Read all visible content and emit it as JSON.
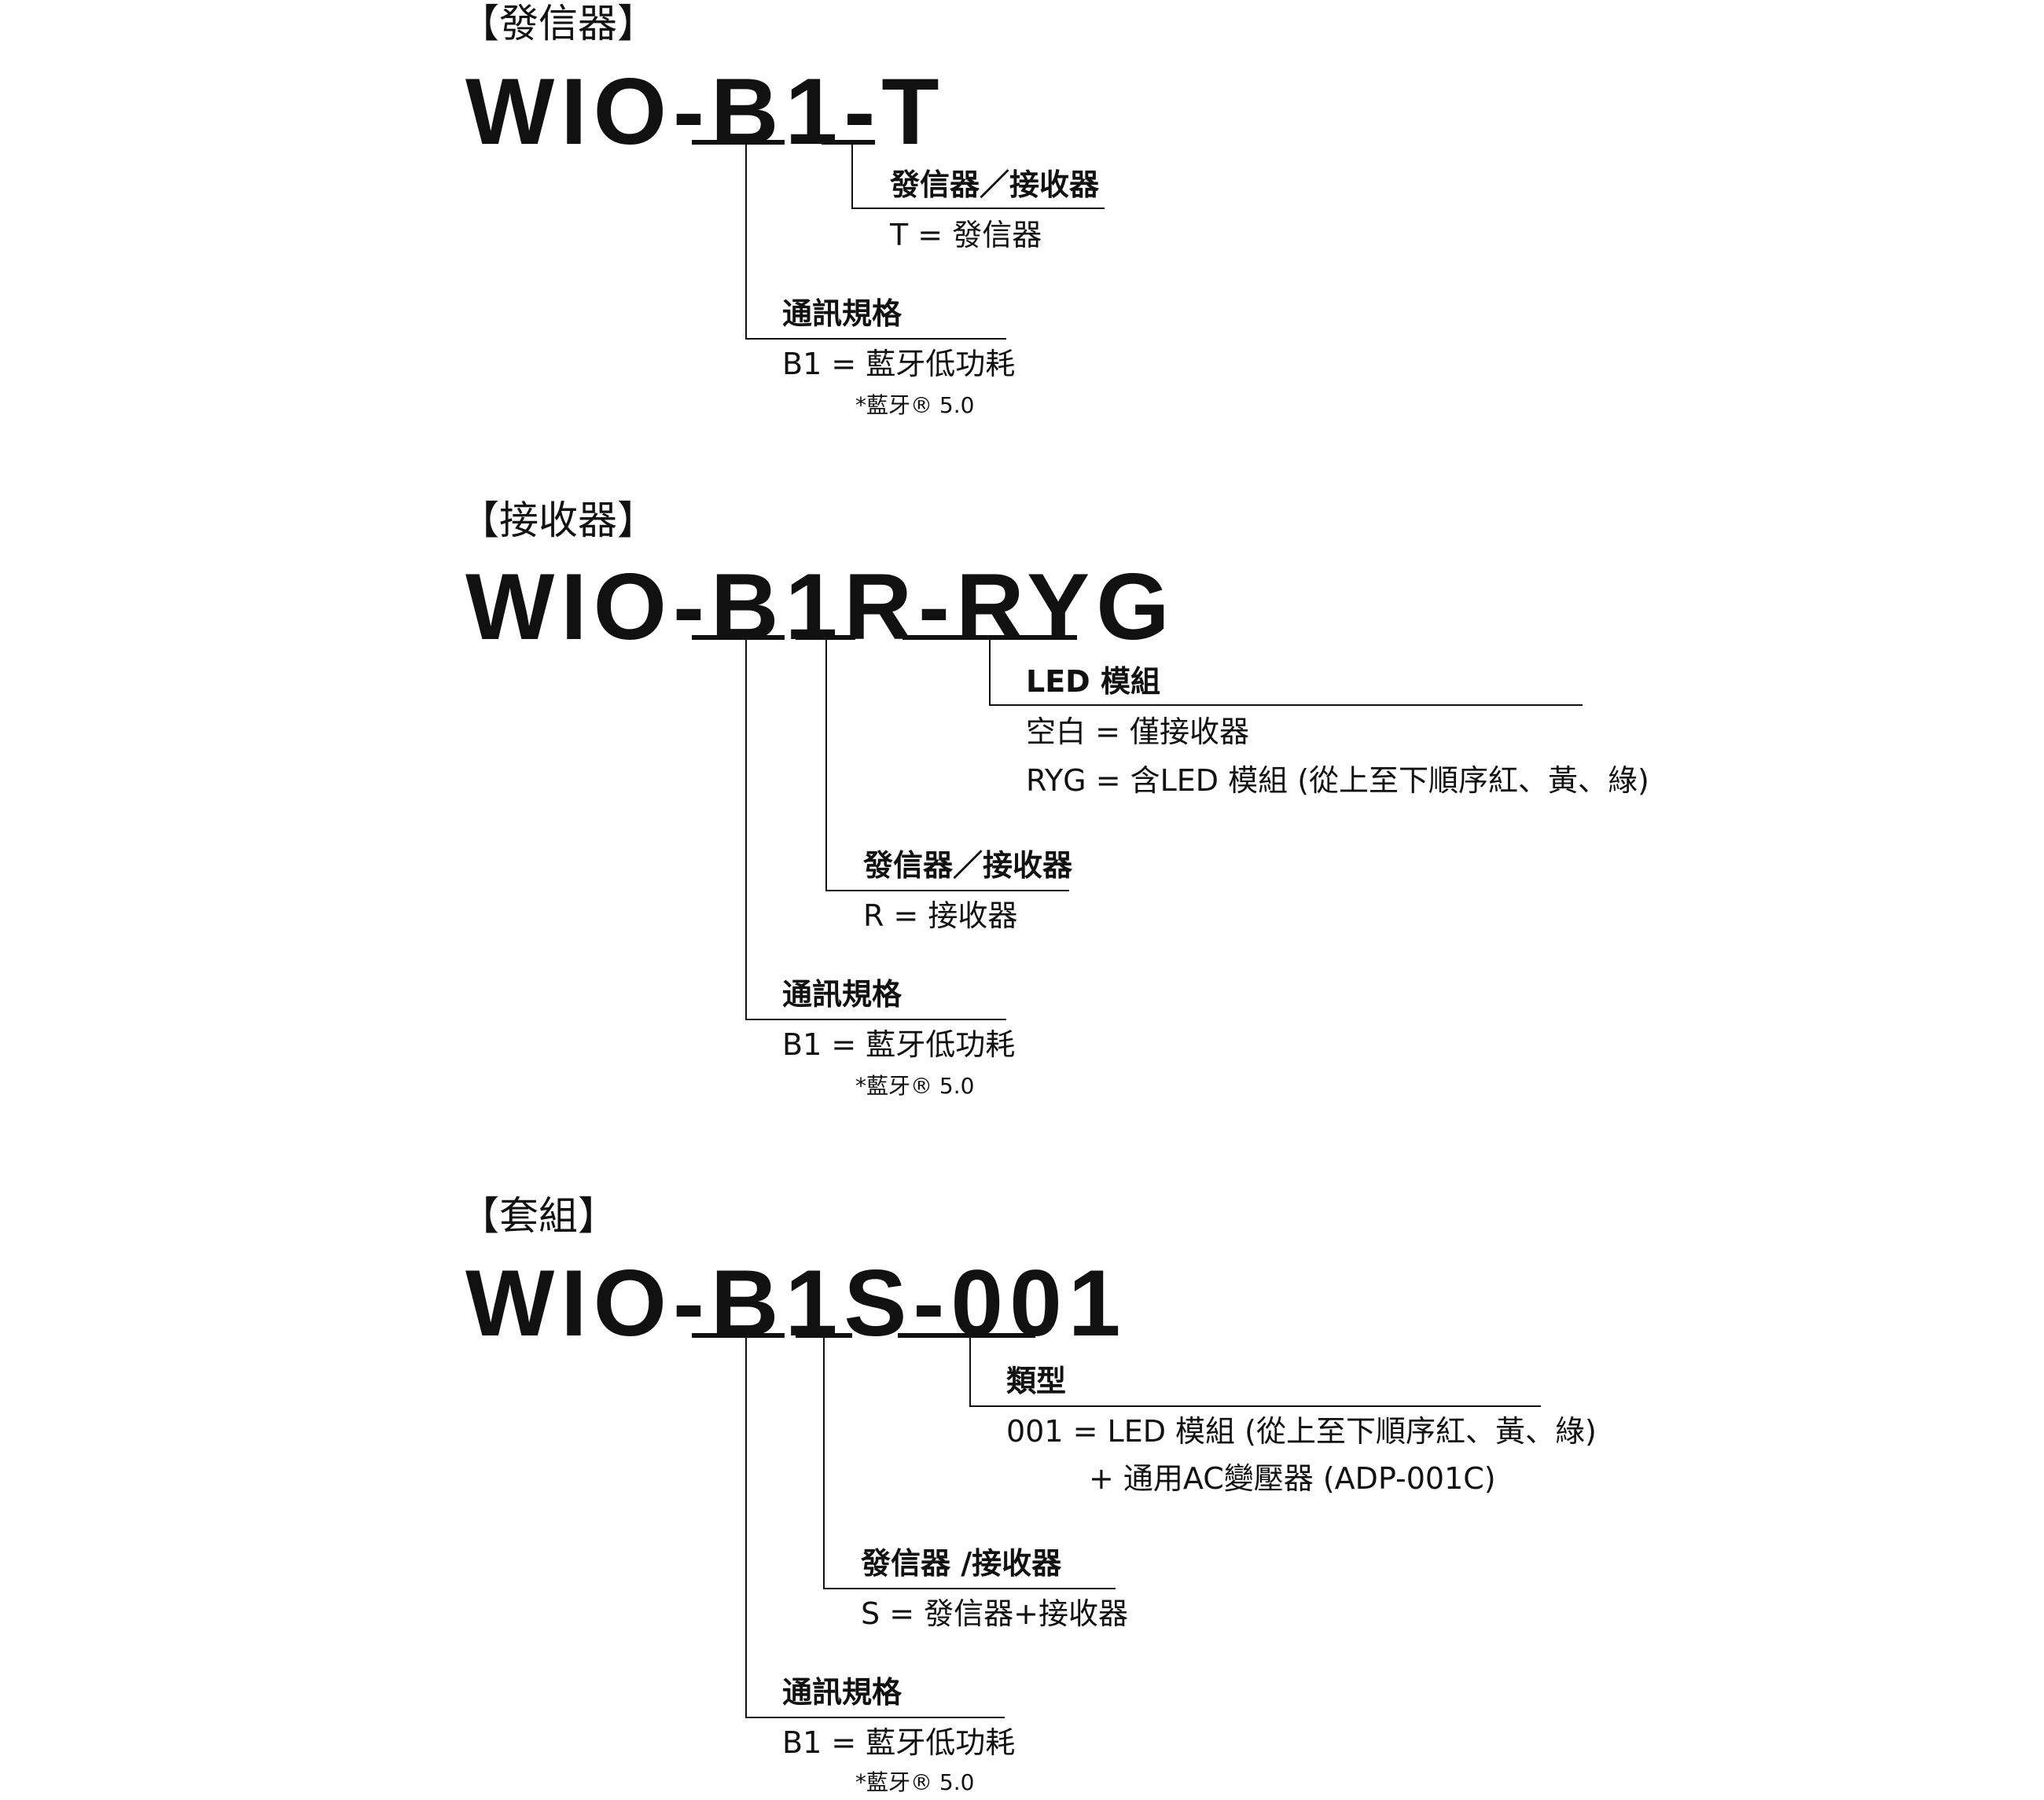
{
  "sections": [
    {
      "category": "【發信器】",
      "code": {
        "prefix": "WIO-",
        "seg1": "B1",
        "dash1": "-",
        "seg2": "T",
        "seg3": ""
      },
      "labels": [
        {
          "title": "發信器／接收器",
          "lines": [
            "T = 發信器"
          ]
        },
        {
          "title": "通訊規格",
          "lines": [
            "B1 = 藍牙低功耗"
          ],
          "note": "*藍牙® 5.0"
        }
      ]
    },
    {
      "category": "【接收器】",
      "code": {
        "prefix": "WIO-",
        "seg1": "B1",
        "seg2": "R",
        "dash1": "-",
        "seg3": "RYG"
      },
      "labels": [
        {
          "title": "LED 模組",
          "lines": [
            "空白 = 僅接收器",
            "RYG = 含LED 模組 (從上至下順序紅、黃、綠)"
          ]
        },
        {
          "title": "發信器／接收器",
          "lines": [
            "R = 接收器"
          ]
        },
        {
          "title": "通訊規格",
          "lines": [
            "B1 = 藍牙低功耗"
          ],
          "note": "*藍牙® 5.0"
        }
      ]
    },
    {
      "category": "【套組】",
      "code": {
        "prefix": "WIO-",
        "seg1": "B1",
        "seg2": "S",
        "dash1": "-",
        "seg3": "001"
      },
      "labels": [
        {
          "title": "類型",
          "lines": [
            "001 = LED 模組 (從上至下順序紅、黃、綠)",
            "+ 通用AC變壓器 (ADP-001C)"
          ]
        },
        {
          "title": "發信器 /接收器",
          "lines": [
            "S = 發信器+接收器"
          ]
        },
        {
          "title": "通訊規格",
          "lines": [
            "B1 = 藍牙低功耗"
          ],
          "note": "*藍牙® 5.0"
        }
      ]
    }
  ]
}
